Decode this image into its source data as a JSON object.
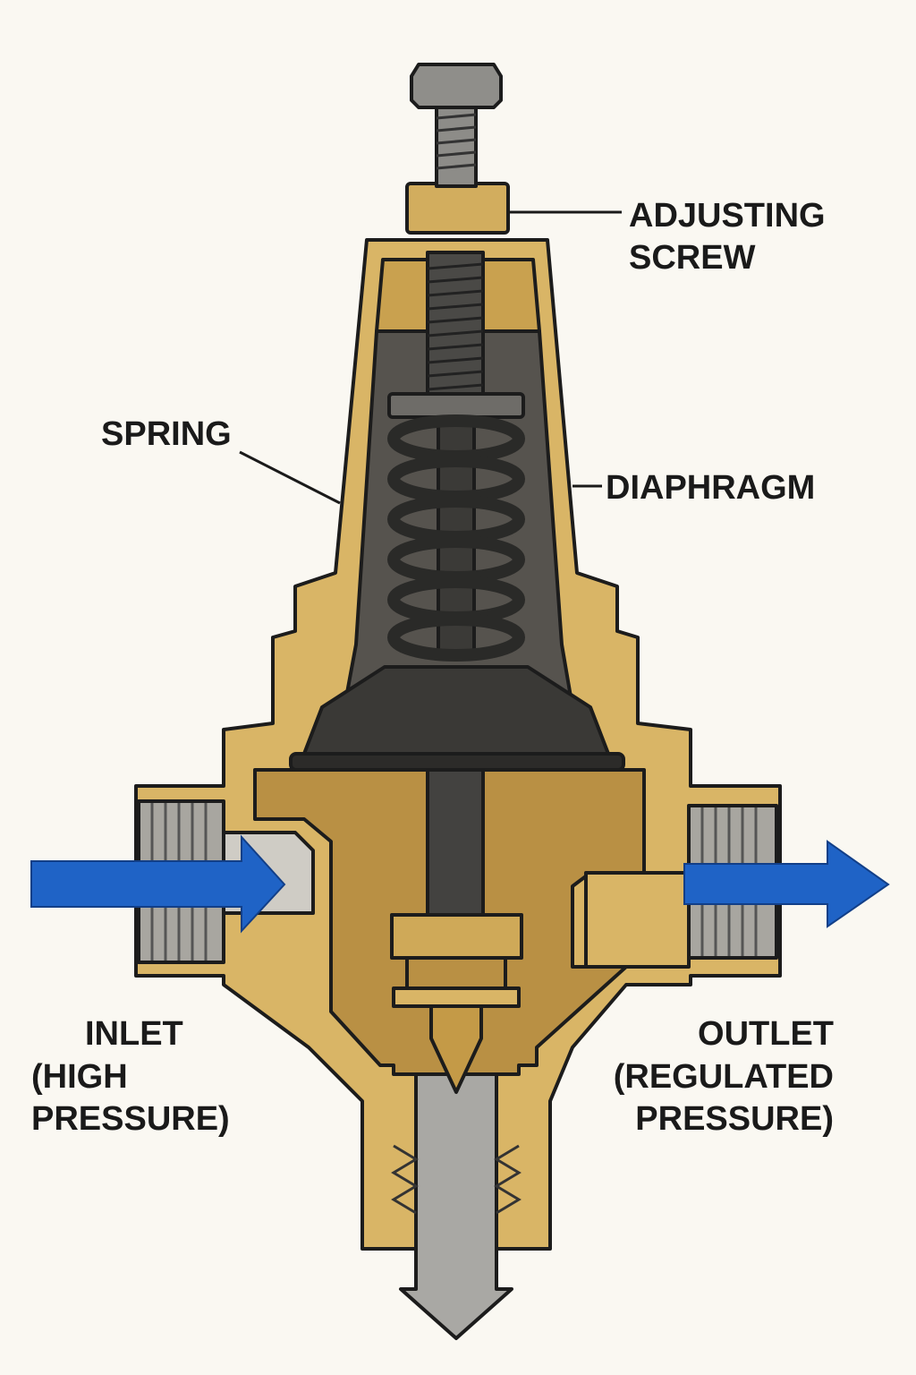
{
  "diagram": {
    "labels": {
      "adjusting_screw": [
        "ADJUSTING",
        "SCREW"
      ],
      "spring": "SPRING",
      "diaphragm": "DIAPHRAGM",
      "inlet": [
        "INLET",
        "(HIGH",
        "PRESSURE)"
      ],
      "outlet": [
        "OUTLET",
        "(REGULATED",
        "PRESSURE)"
      ]
    },
    "colors": {
      "brass": "#d9b566",
      "brass_dark": "#b99044",
      "chamber": "#56534e",
      "steel": "#9a9a98",
      "flow_arrow": "#1f63c6",
      "background": "#faf8f2"
    }
  }
}
